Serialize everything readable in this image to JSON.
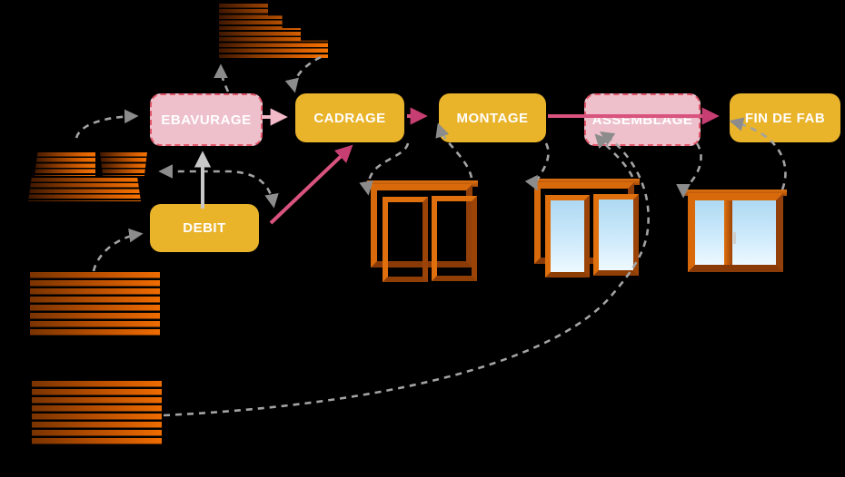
{
  "diagram": {
    "title_note": "window manufacturing process flow",
    "background": "#000000",
    "boxes": {
      "ebavurage": {
        "label": "EBAVURAGE",
        "style": "pink-dashed"
      },
      "cadrage": {
        "label": "CADRAGE",
        "style": "gold"
      },
      "montage": {
        "label": "MONTAGE",
        "style": "gold"
      },
      "assemblage": {
        "label": "ASSEMBLAGE",
        "style": "pink-dashed"
      },
      "fin_de_fab": {
        "label": "FIN DE FAB",
        "style": "gold"
      },
      "debit": {
        "label": "DEBIT",
        "style": "gold"
      }
    },
    "colors": {
      "gold_box": "#e9b32a",
      "pink_box_fill": "#edc0cb",
      "pink_box_border": "#e25568",
      "flow_arrow_pink": "#d9537f",
      "flow_arrowhead_magenta": "#c73f72",
      "flow_arrow_pale_pink": "#f2b9c8",
      "solid_arrow_gray": "#c8c8c8",
      "dashed_arrow_gray": "#a3a3a3",
      "dashed_arrowhead_gray": "#8c8c8c",
      "wood_dark": "#3f1700",
      "wood_bright": "#f57300",
      "glass_blue": "#aed9f2"
    },
    "illustrations": [
      {
        "name": "plank-pile-top",
        "meaning": "stepped pile of planks above EBAVURAGE"
      },
      {
        "name": "plank-pile-cut",
        "meaning": "pile of cut planks left of EBAVURAGE"
      },
      {
        "name": "plank-pile-raw-a",
        "meaning": "raw plank stack feeding DEBIT"
      },
      {
        "name": "plank-pile-raw-b",
        "meaning": "raw plank stack feeding ASSEMBLAGE"
      },
      {
        "name": "window-frame-unglazed",
        "meaning": "frame + sashes without glass (after CADRAGE)"
      },
      {
        "name": "window-glazed",
        "meaning": "frame + glazed sashes (after MONTAGE)"
      },
      {
        "name": "window-assembled",
        "meaning": "finished window with handle (after ASSEMBLAGE)"
      }
    ]
  }
}
